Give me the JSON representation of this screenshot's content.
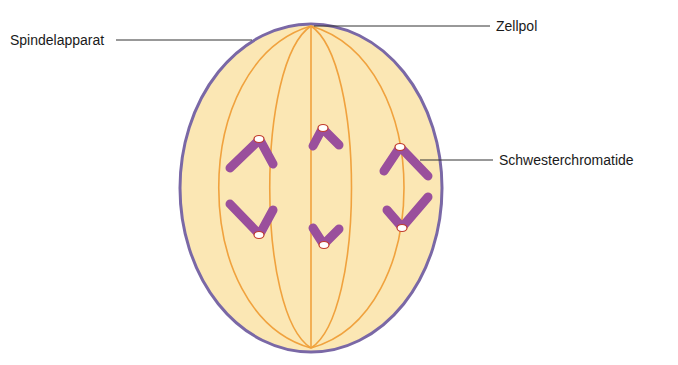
{
  "diagram": {
    "labels": [
      "Zellpol",
      "Spindelapparat",
      "Schwesterchromatide"
    ]
  }
}
